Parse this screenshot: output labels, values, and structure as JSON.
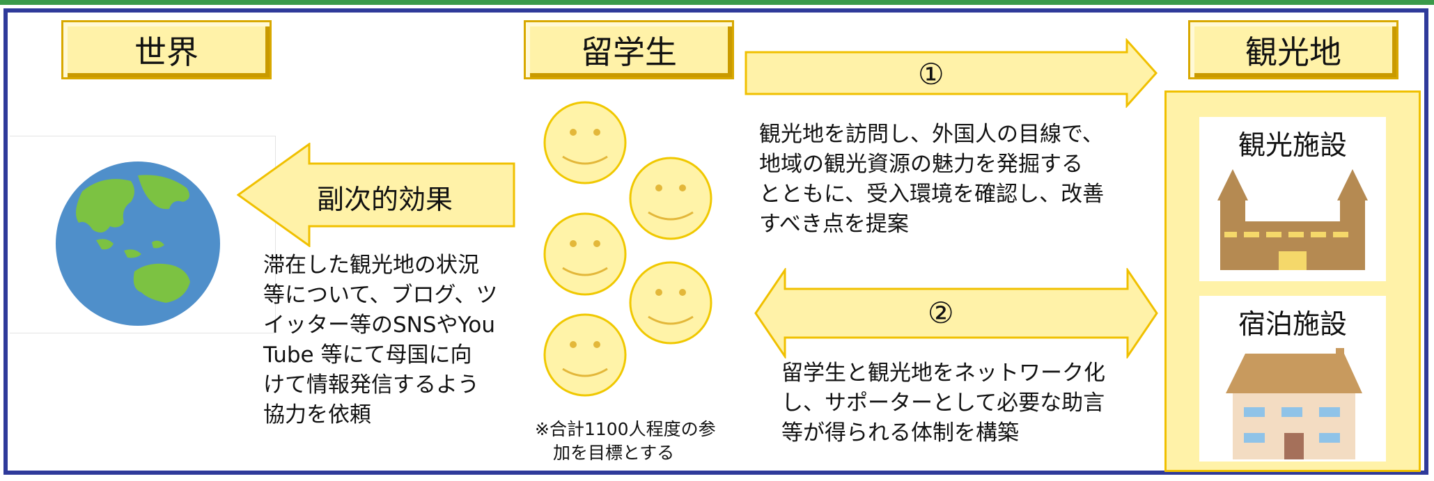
{
  "headers": {
    "world": "世界",
    "students": "留学生",
    "sightseeing": "観光地"
  },
  "arrows": {
    "secondary": "副次的効果",
    "one": "①",
    "two": "②"
  },
  "world_text": [
    "滞在した観光地の状況",
    "等について、ブログ、ツ",
    "イッター等のSNSやYou",
    "Tube 等にて母国に向",
    "けて情報発信するよう",
    "協力を依頼"
  ],
  "note": [
    "※合計1100人程度の参",
    "加を目標とする"
  ],
  "visit_text": [
    "観光地を訪問し、外国人の目線で、",
    "地域の観光資源の魅力を発掘する",
    "とともに、受入環境を確認し、改善",
    "すべき点を提案"
  ],
  "network_text": [
    "留学生と観光地をネットワーク化",
    "し、サポーターとして必要な助言",
    "等が得られる体制を構築"
  ],
  "facilities": [
    {
      "name": "観光施設",
      "icon": "castle-icon"
    },
    {
      "name": "宿泊施設",
      "icon": "house-icon"
    }
  ],
  "colors": {
    "frame": "#2f3a9a",
    "accent_bar": "#3a9a4a",
    "box_fill": "#fff2a8",
    "box_border": "#f0c000"
  }
}
